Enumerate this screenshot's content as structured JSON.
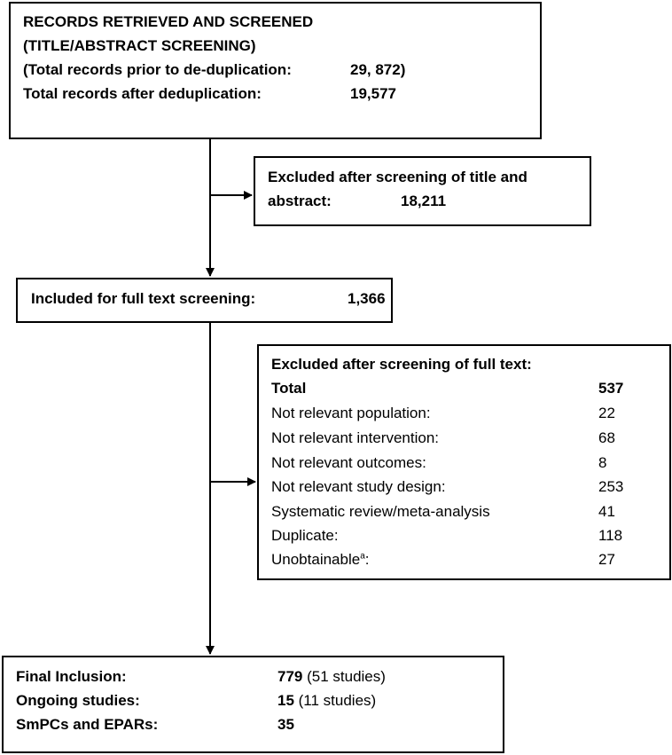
{
  "records_box": {
    "line1": "RECORDS RETRIEVED AND SCREENED",
    "line2": "(TITLE/ABSTRACT SCREENING)",
    "prior_label": "(Total records prior to de-duplication:",
    "prior_value": "29, 872)",
    "after_label": "Total records after deduplication:",
    "after_value": "19,577"
  },
  "excluded_title_box": {
    "line1": "Excluded after screening of title and",
    "label": "abstract:",
    "value": "18,211"
  },
  "fulltext_box": {
    "label": "Included for full text screening:",
    "value": "1,366"
  },
  "excluded_fulltext_box": {
    "heading": "Excluded after screening of full text:",
    "total_label": "Total",
    "total_value": "537",
    "rows": [
      {
        "label": "Not relevant population:",
        "value": "22"
      },
      {
        "label": "Not relevant intervention:",
        "value": "68"
      },
      {
        "label": "Not relevant outcomes:",
        "value": "8"
      },
      {
        "label": "Not relevant study design:",
        "value": "253"
      },
      {
        "label": "Systematic review/meta-analysis",
        "value": "41"
      },
      {
        "label": "Duplicate:",
        "value": "118"
      },
      {
        "label": "Unobtainable",
        "sup": "a",
        "suffix": ":",
        "value": "27"
      }
    ]
  },
  "final_box": {
    "rows": [
      {
        "label": "Final Inclusion:",
        "value": "779",
        "note": " (51 studies)"
      },
      {
        "label": "Ongoing studies:",
        "value": "15",
        "note": " (11 studies)"
      },
      {
        "label": "SmPCs and EPARs:",
        "value": "35",
        "note": ""
      }
    ]
  }
}
